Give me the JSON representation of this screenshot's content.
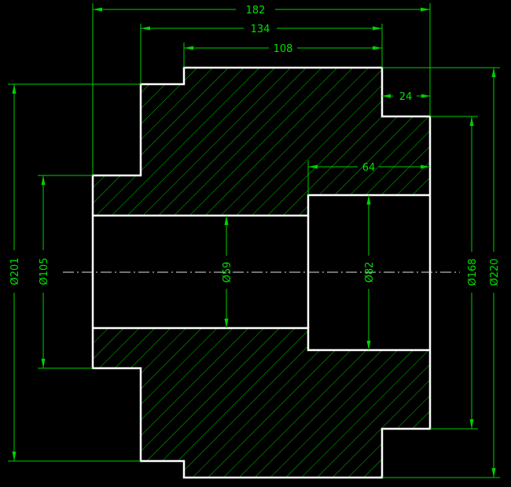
{
  "dimensions": {
    "len_182": "182",
    "len_134": "134",
    "len_108": "108",
    "len_24": "24",
    "len_64": "64",
    "dia_201": "Ø201",
    "dia_105": "Ø105",
    "dia_59": "Ø59",
    "dia_82": "Ø82",
    "dia_168": "Ø168",
    "dia_220": "Ø220"
  },
  "colors": {
    "background": "#000000",
    "outline": "#ffffff",
    "dimension": "#00d000",
    "hatch": "#00c000",
    "centerline": "#e0e0e0"
  }
}
